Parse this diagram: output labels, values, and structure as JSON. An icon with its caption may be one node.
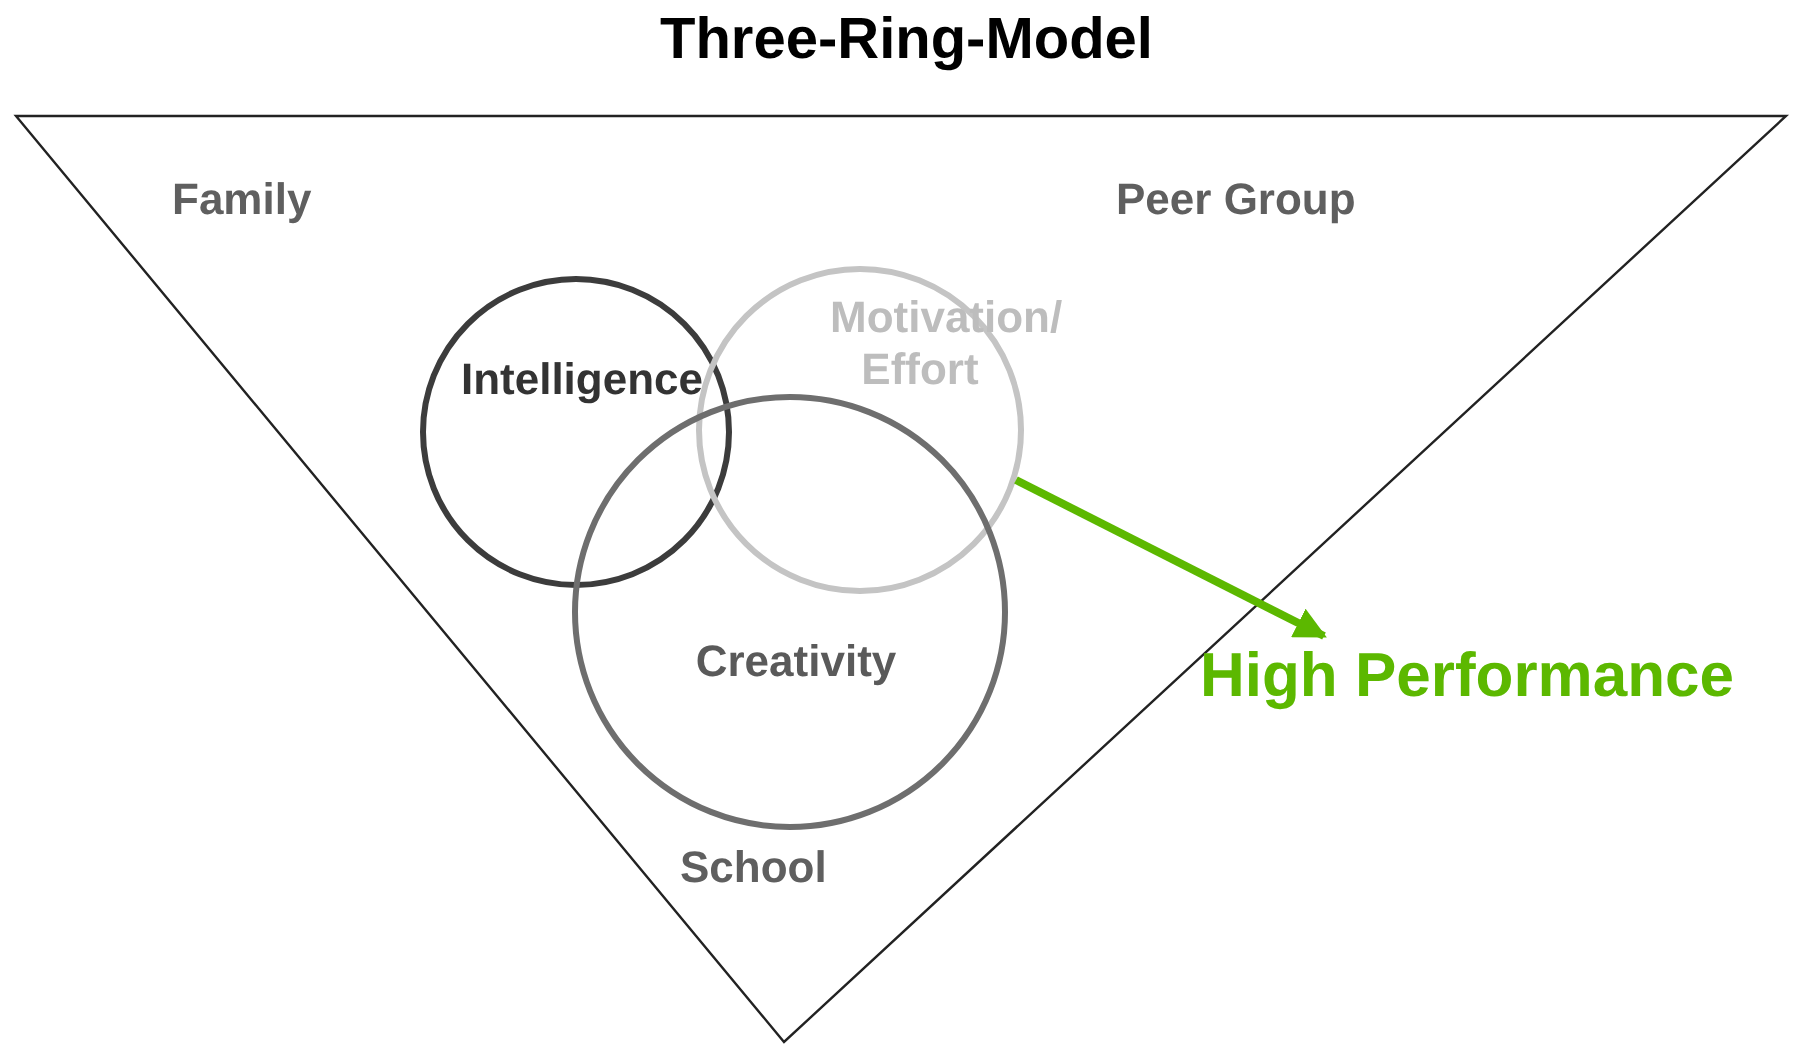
{
  "diagram": {
    "title": "Three-Ring-Model",
    "nodes": [
      {
        "text": [
          "Family",
          "Peer Group",
          "School"
        ]
      },
      {
        "text": [
          "Intelligence"
        ],
        "in": 0
      },
      {
        "text": [
          "Motivation/ Effort"
        ],
        "in": 0
      },
      {
        "text": [
          "Creativity"
        ],
        "in": 0
      },
      {
        "text": [
          "High Performance"
        ]
      }
    ],
    "edges": [
      {
        "from": 2,
        "to": 4,
        "arrow": "to",
        "color": "#5cb800"
      }
    ]
  }
}
